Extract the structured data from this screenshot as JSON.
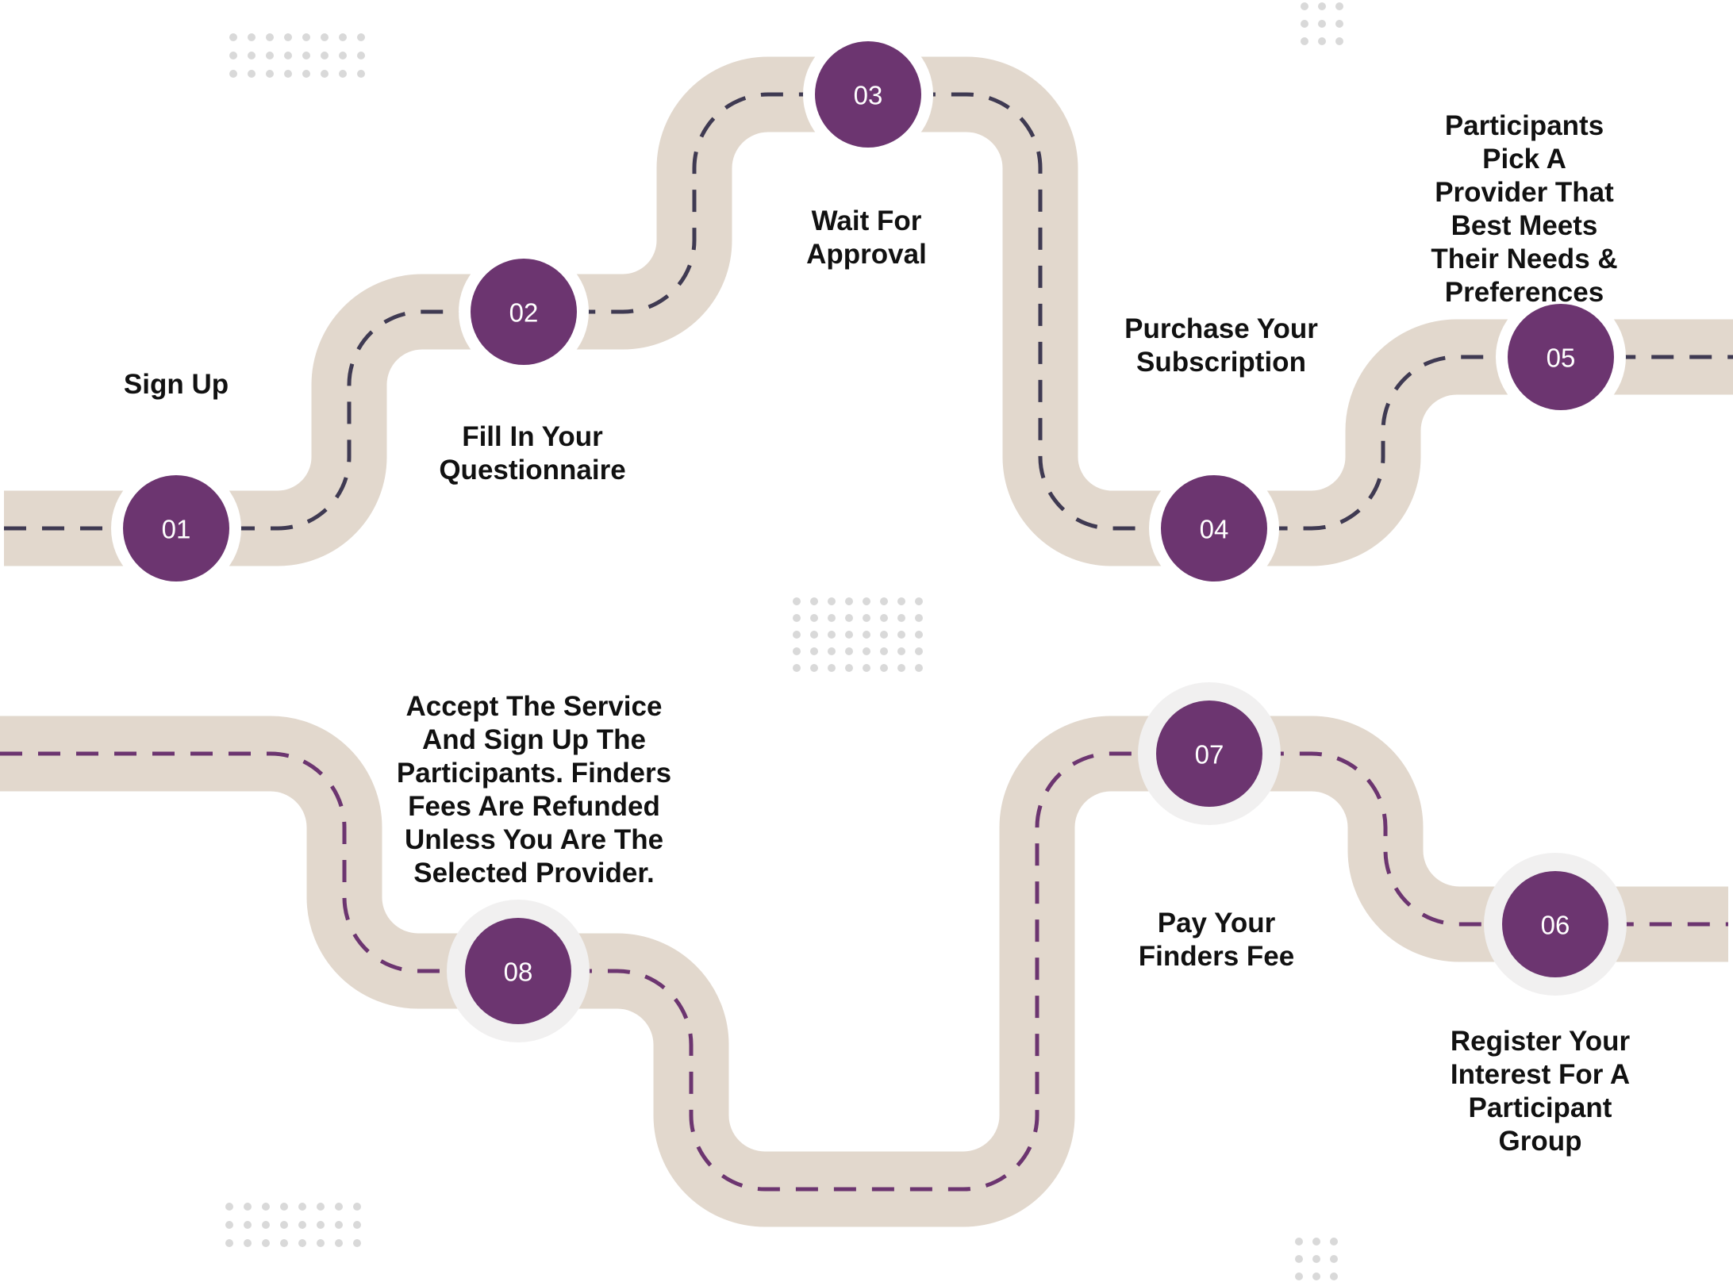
{
  "colors": {
    "road": "#e2d8cd",
    "lane_top": "#3f3a52",
    "lane_bottom": "#6c3570",
    "badge": "#6c3570",
    "badge_ring": "#f1f0f0",
    "dots": "#d9d9d9"
  },
  "steps": [
    {
      "number": "01",
      "label": "Sign Up"
    },
    {
      "number": "02",
      "label": "Fill In Your\nQuestionnaire"
    },
    {
      "number": "03",
      "label": "Wait For\nApproval"
    },
    {
      "number": "04",
      "label": "Purchase Your\nSubscription"
    },
    {
      "number": "05",
      "label": "Participants Pick A\nProvider That Best Meets\nTheir Needs &\nPreferences"
    },
    {
      "number": "06",
      "label": "Register Your\nInterest For A\nParticipant Group"
    },
    {
      "number": "07",
      "label": "Pay Your\nFinders Fee"
    },
    {
      "number": "08",
      "label": "Accept The Service\nAnd Sign Up The\nParticipants. Finders\nFees Are Refunded\nUnless You Are The\nSelected Provider."
    }
  ]
}
